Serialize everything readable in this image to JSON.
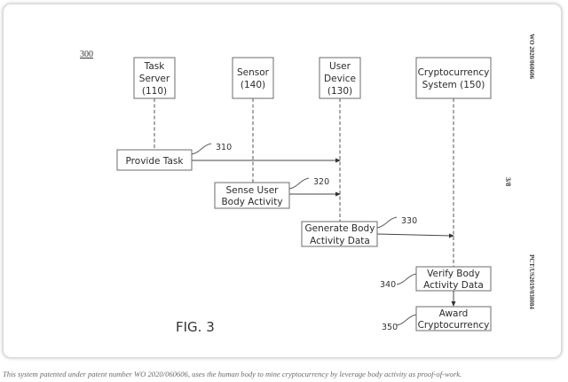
{
  "diagram": {
    "number": "300",
    "figure_label": "FIG. 3",
    "participants": [
      {
        "id": "task_server",
        "lines": [
          "Task",
          "Server",
          "(110)"
        ]
      },
      {
        "id": "sensor",
        "lines": [
          "Sensor",
          "(140)"
        ]
      },
      {
        "id": "user_device",
        "lines": [
          "User",
          "Device",
          "(130)"
        ]
      },
      {
        "id": "crypto_system",
        "lines": [
          "Cryptocurrency",
          "System (150)"
        ]
      }
    ],
    "steps": [
      {
        "ref": "310",
        "lines": [
          "Provide Task"
        ],
        "from": "task_server",
        "to": "user_device"
      },
      {
        "ref": "320",
        "lines": [
          "Sense User",
          "Body Activity"
        ],
        "from": "sensor",
        "to": "user_device"
      },
      {
        "ref": "330",
        "lines": [
          "Generate Body",
          "Activity Data"
        ],
        "from": "user_device",
        "to": "crypto_system"
      },
      {
        "ref": "340",
        "lines": [
          "Verify Body",
          "Activity Data"
        ],
        "from": "crypto_system",
        "to": "crypto_system"
      },
      {
        "ref": "350",
        "lines": [
          "Award",
          "Cryptocurrency"
        ],
        "from": "crypto_system",
        "to": ""
      }
    ],
    "side_text": {
      "publication": "WO 2020/060606",
      "sheet": "3/8",
      "application": "PCT/US2019/038084"
    }
  },
  "caption": "This system patented under patent number WO 2020/060606, uses the human body to mine cryptocurrency by leverage body activity as proof-of-work."
}
